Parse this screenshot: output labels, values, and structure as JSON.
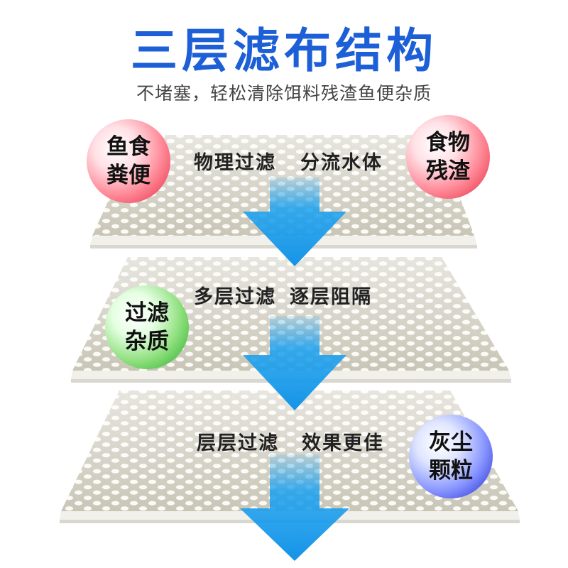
{
  "title": "三层滤布结构",
  "subtitle": "不堵塞，轻松清除饵料残渣鱼便杂质",
  "layers": [
    {
      "text_left": "物理过滤",
      "text_right": "分流水体"
    },
    {
      "text_left": "多层过滤",
      "text_right": "逐层阻隔"
    },
    {
      "text_left": "层层过滤",
      "text_right": "效果更佳"
    }
  ],
  "badges": [
    {
      "line1": "鱼食",
      "line2": "粪便",
      "color": "red"
    },
    {
      "line1": "食物",
      "line2": "残渣",
      "color": "red"
    },
    {
      "line1": "过滤",
      "line2": "杂质",
      "color": "green"
    },
    {
      "line1": "灰尘",
      "line2": "颗粒",
      "color": "blue"
    }
  ],
  "colors": {
    "title": "#1d5fd6",
    "arrow": "#1aa1f0"
  }
}
